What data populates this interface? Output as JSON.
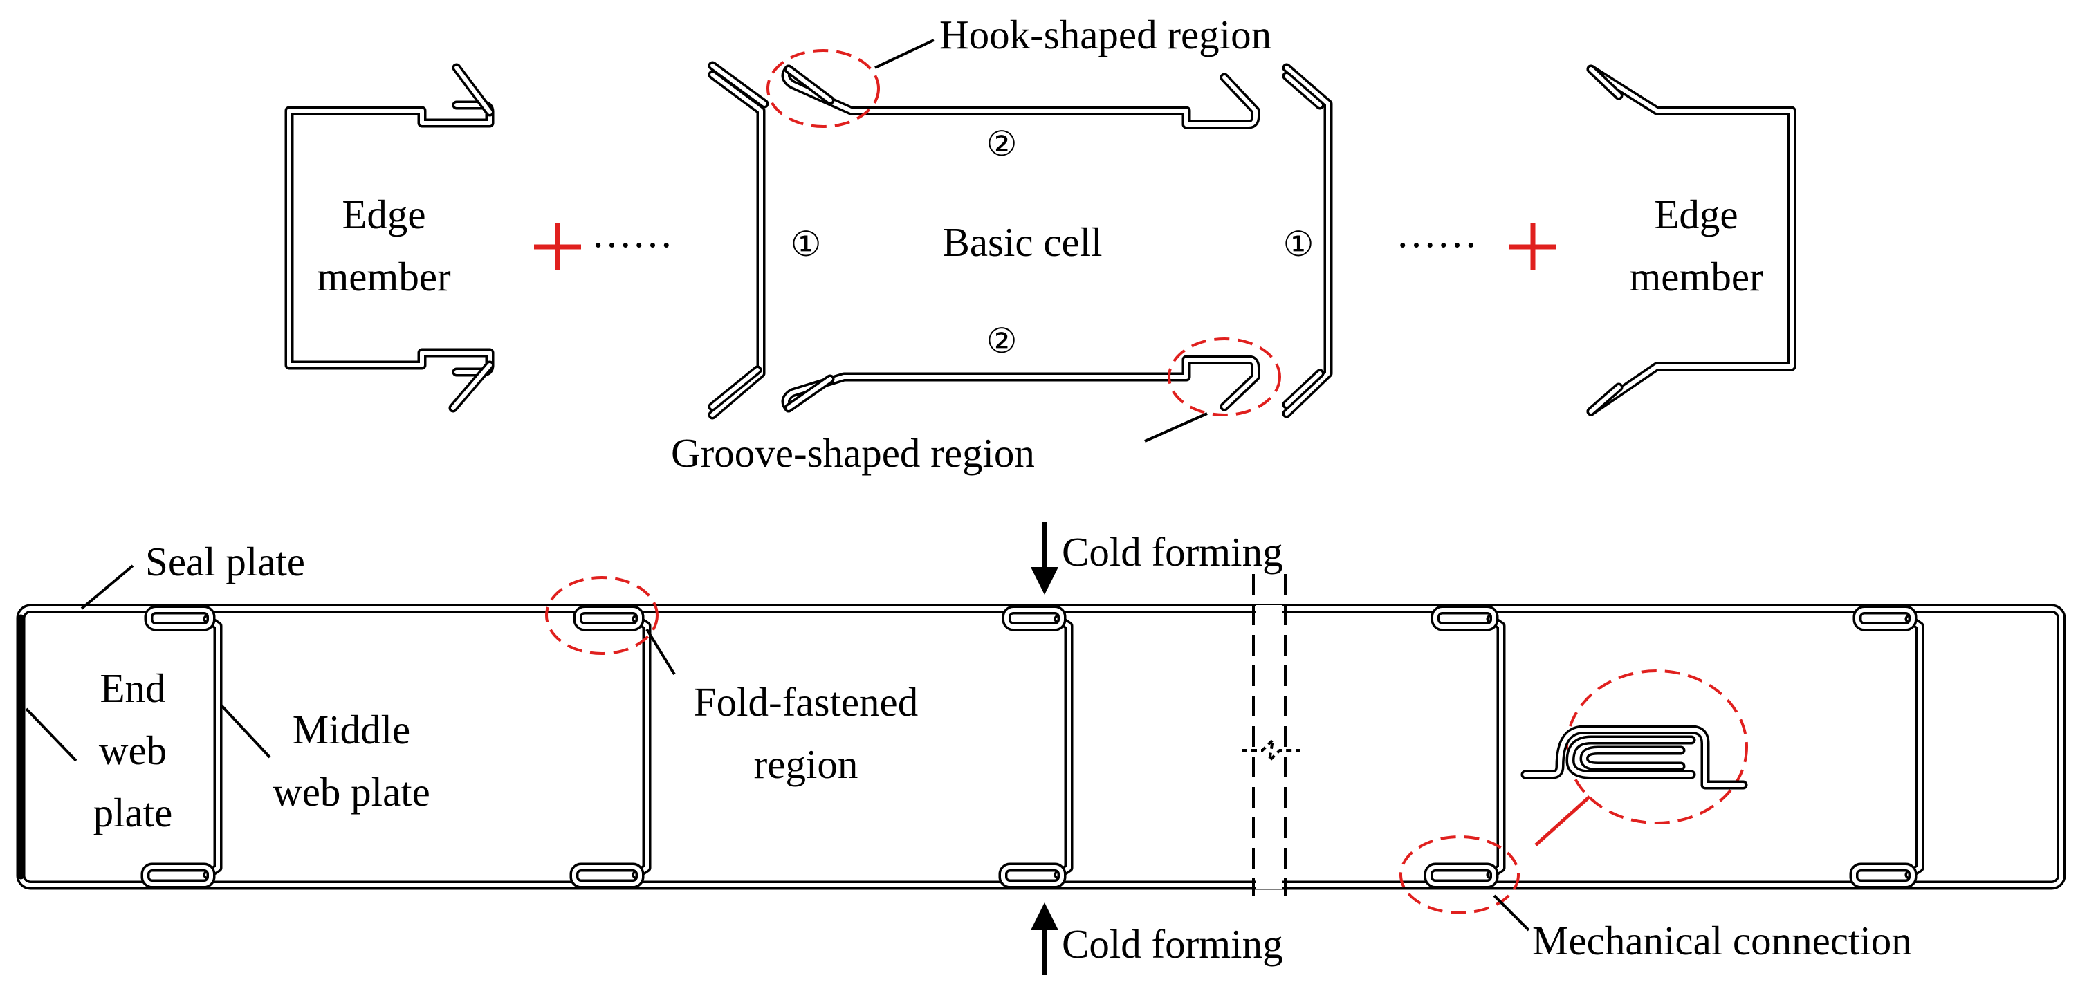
{
  "colors": {
    "line": "#000000",
    "accent": "#e0201e",
    "background": "#ffffff"
  },
  "top": {
    "left_edge_label": [
      "Edge",
      "member"
    ],
    "right_edge_label": [
      "Edge",
      "member"
    ],
    "basic_cell_label": "Basic cell",
    "dots": "……",
    "plus_symbol": "+",
    "web_marker": "①",
    "flange_marker": "②",
    "hook_label": "Hook-shaped region",
    "groove_label": "Groove-shaped region"
  },
  "bottom": {
    "seal_plate_label": "Seal plate",
    "end_web_label": [
      "End",
      "web",
      "plate"
    ],
    "middle_web_label": [
      "Middle",
      "web plate"
    ],
    "fold_label": [
      "Fold-fastened",
      "region"
    ],
    "cold_forming_top": "Cold forming",
    "cold_forming_bottom": "Cold forming",
    "mechanical_label": "Mechanical connection"
  }
}
